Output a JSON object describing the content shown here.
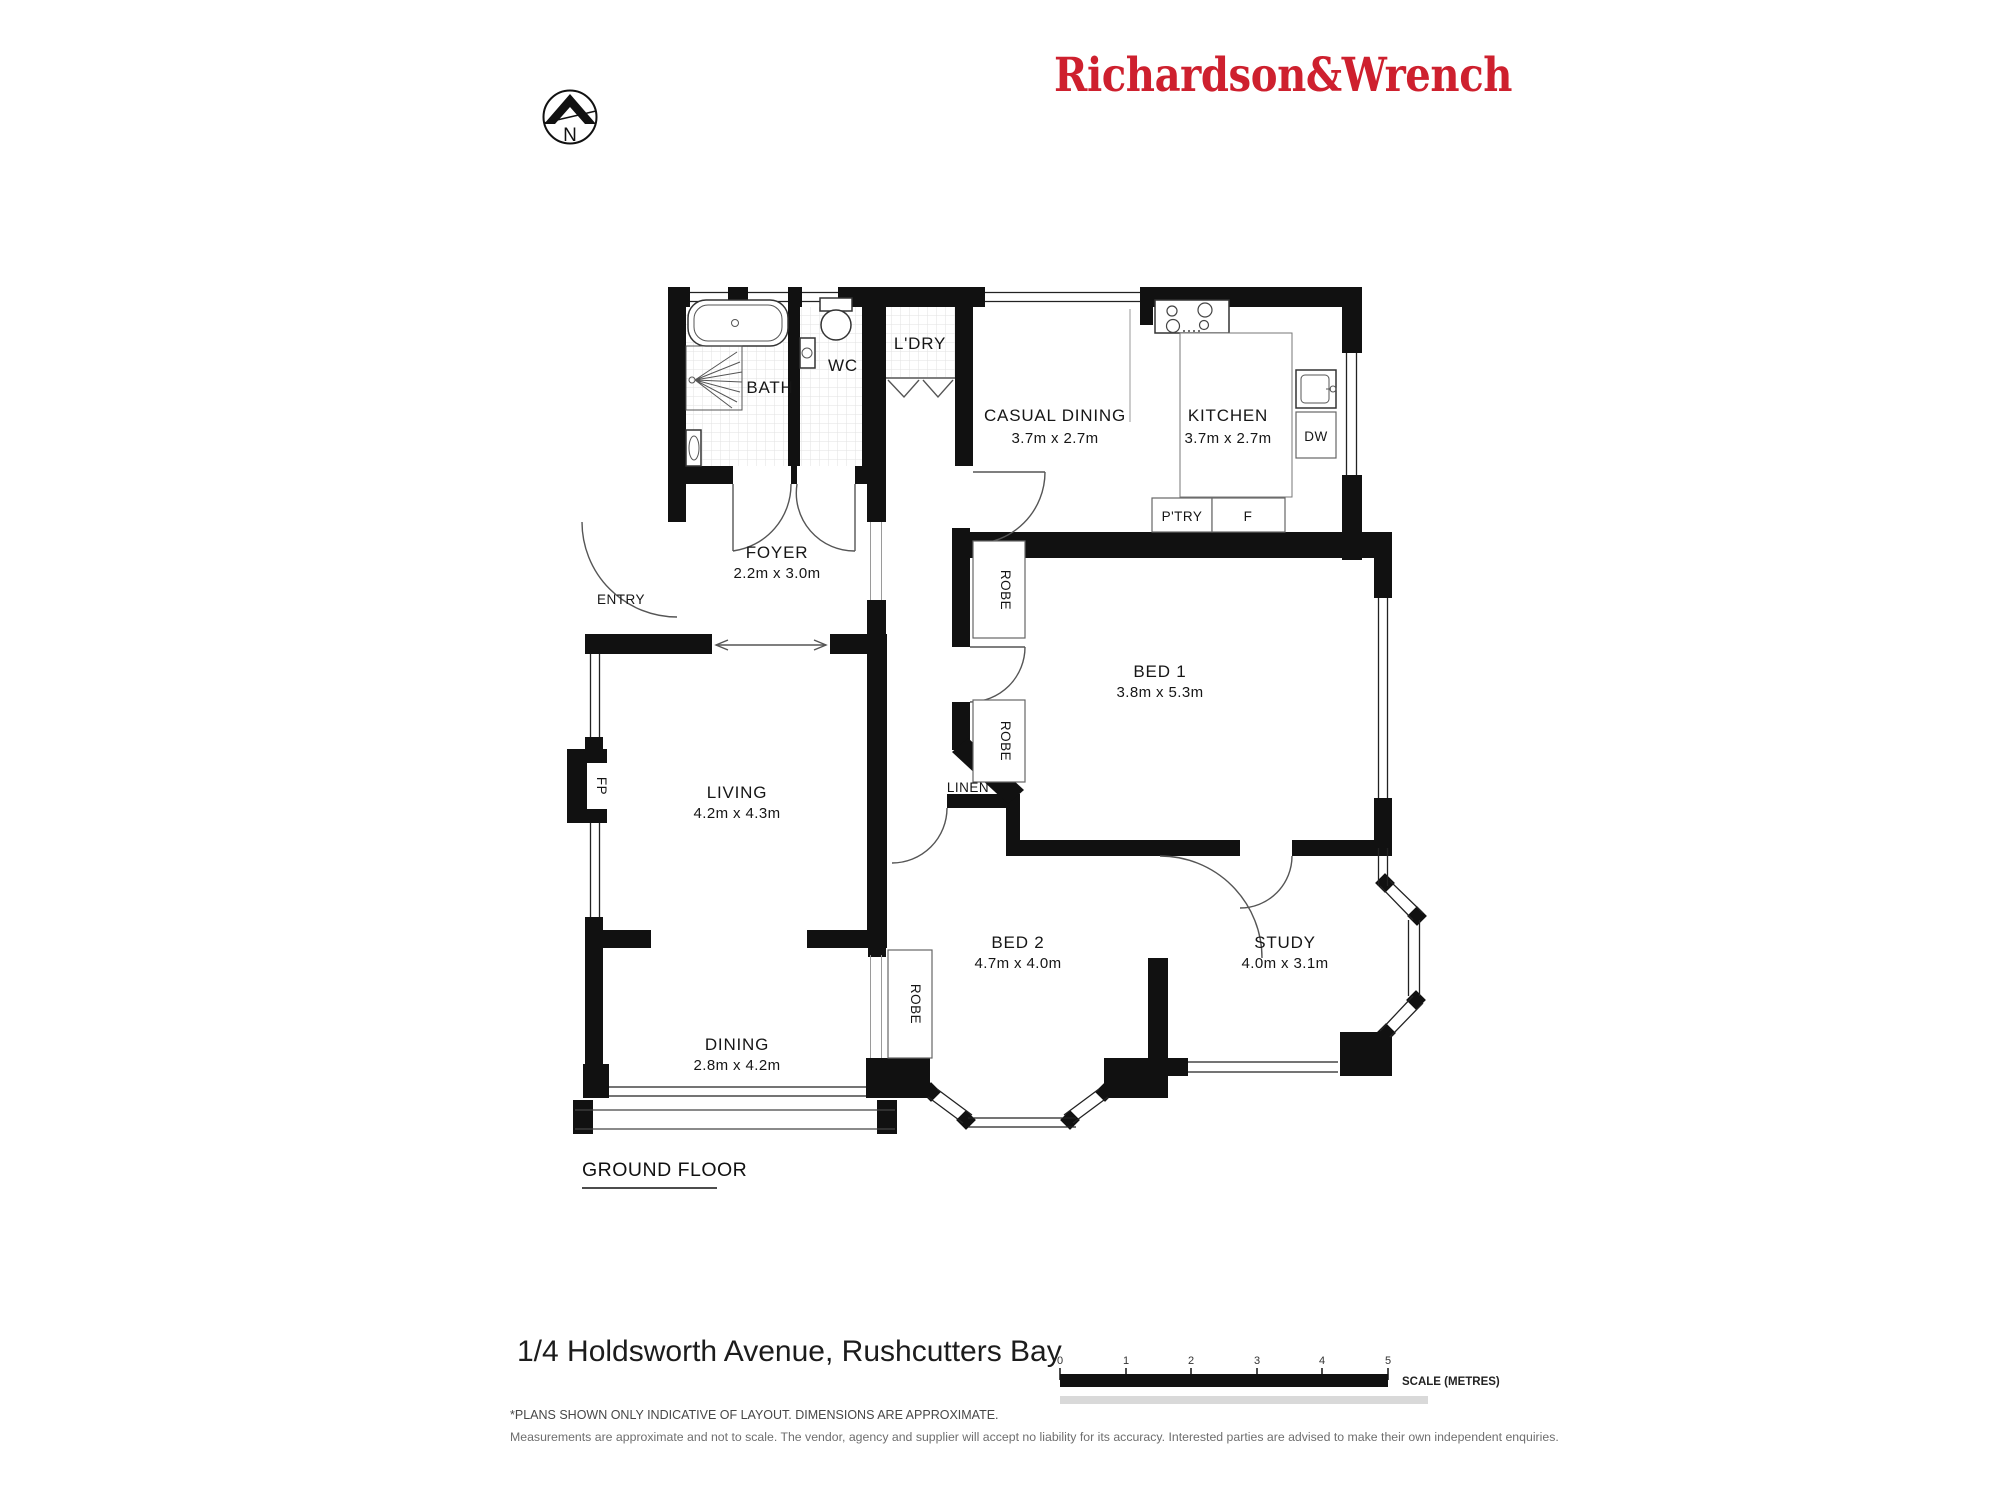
{
  "brand": {
    "name": "Richardson&Wrench",
    "color": "#CE202E"
  },
  "compass": {
    "north": "N"
  },
  "floorplan": {
    "rooms": {
      "bath": {
        "name": "BATH"
      },
      "wc": {
        "name": "WC"
      },
      "laundry": {
        "name": "L'DRY"
      },
      "casual_dining": {
        "name": "CASUAL DINING",
        "dims": "3.7m x 2.7m"
      },
      "kitchen": {
        "name": "KITCHEN",
        "dims": "3.7m x 2.7m"
      },
      "foyer": {
        "name": "FOYER",
        "dims": "2.2m x 3.0m"
      },
      "living": {
        "name": "LIVING",
        "dims": "4.2m x 4.3m"
      },
      "bed1": {
        "name": "BED 1",
        "dims": "3.8m x 5.3m"
      },
      "bed2": {
        "name": "BED 2",
        "dims": "4.7m x 4.0m"
      },
      "study": {
        "name": "STUDY",
        "dims": "4.0m x 3.1m"
      },
      "dining": {
        "name": "DINING",
        "dims": "2.8m x 4.2m"
      }
    },
    "features": {
      "entry": "ENTRY",
      "robe": "ROBE",
      "linen": "LINEN",
      "fireplace": "FP",
      "dishwasher": "DW",
      "pantry": "P'TRY",
      "fridge": "F"
    },
    "floor_label": "GROUND FLOOR"
  },
  "address": "1/4 Holdsworth Avenue, Rushcutters Bay",
  "scale_bar": {
    "ticks": [
      "0",
      "1",
      "2",
      "3",
      "4",
      "5"
    ],
    "label": "SCALE (METRES)"
  },
  "disclaimers": {
    "line1": "*PLANS SHOWN ONLY INDICATIVE OF LAYOUT. DIMENSIONS ARE APPROXIMATE.",
    "line2": "Measurements are approximate and not to scale. The vendor, agency and supplier will accept no liability for its accuracy. Interested parties are advised to make their own independent enquiries."
  }
}
